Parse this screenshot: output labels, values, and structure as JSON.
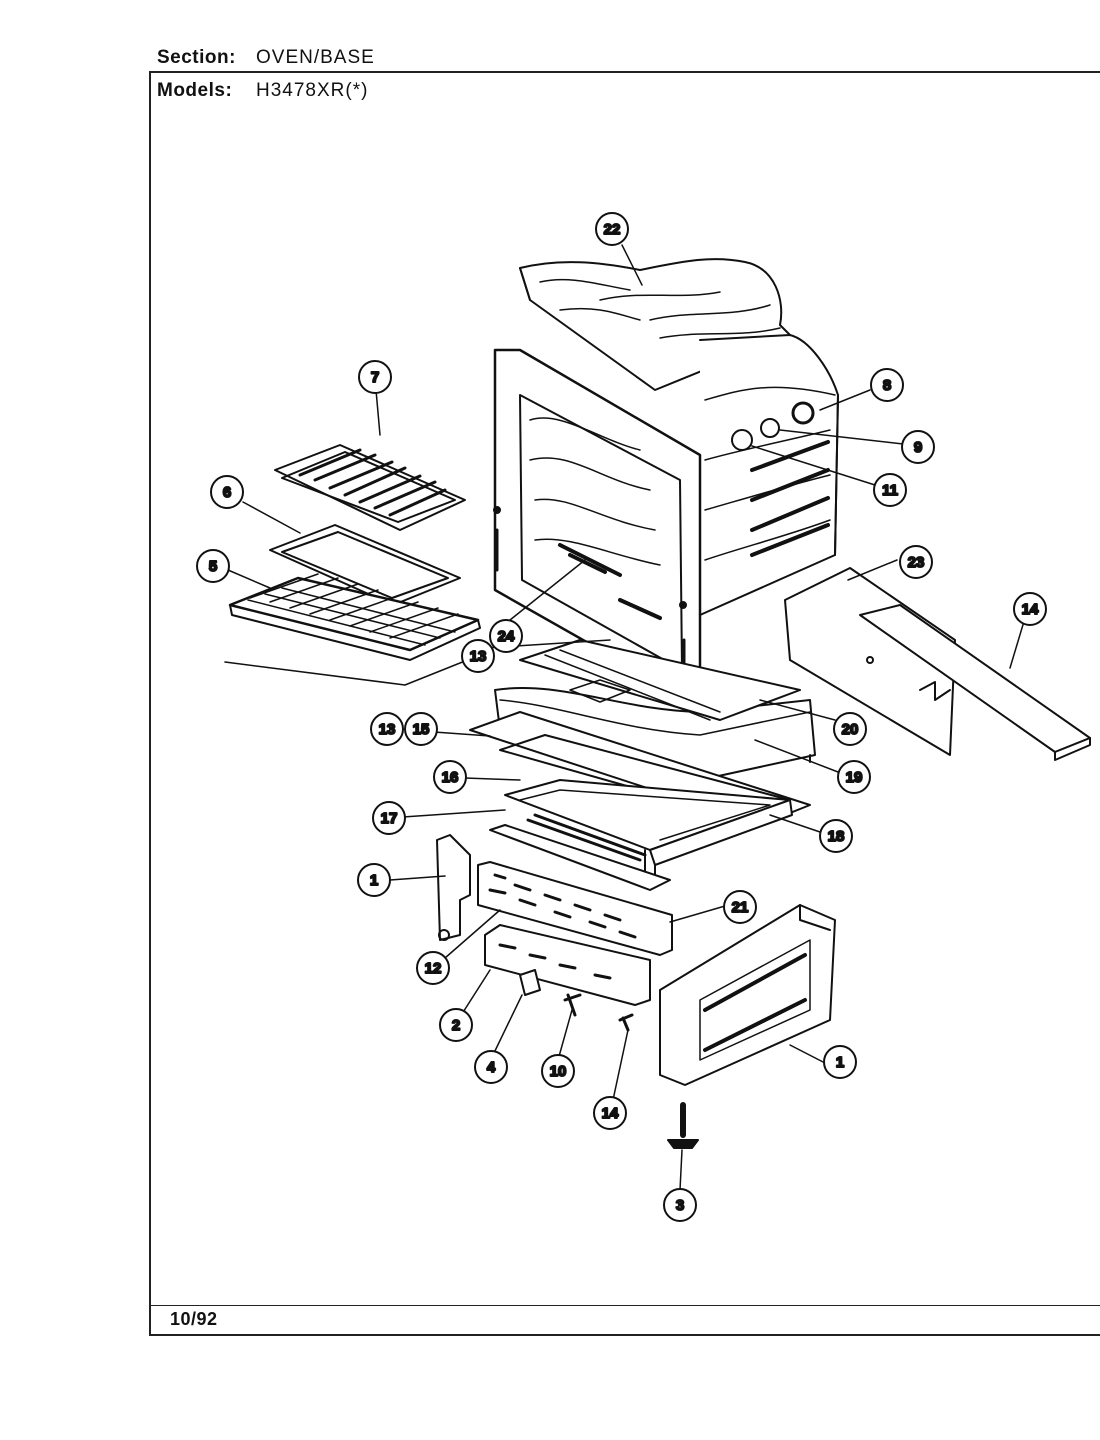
{
  "header": {
    "section_label": "Section:",
    "section_value": "OVEN/BASE",
    "models_label": "Models:",
    "models_value": "H3478XR(*)"
  },
  "footer": {
    "date": "10/92"
  },
  "callouts": {
    "c1a": "1",
    "c1b": "1",
    "c2": "2",
    "c3": "3",
    "c4": "4",
    "c5": "5",
    "c6": "6",
    "c7": "7",
    "c8": "8",
    "c9": "9",
    "c10": "10",
    "c11": "11",
    "c12": "12",
    "c13a": "13",
    "c13b": "13",
    "c14a": "14",
    "c14b": "14",
    "c15": "15",
    "c16": "16",
    "c17": "17",
    "c18": "18",
    "c19": "19",
    "c20": "20",
    "c21": "21",
    "c22": "22",
    "c23": "23",
    "c24": "24"
  }
}
